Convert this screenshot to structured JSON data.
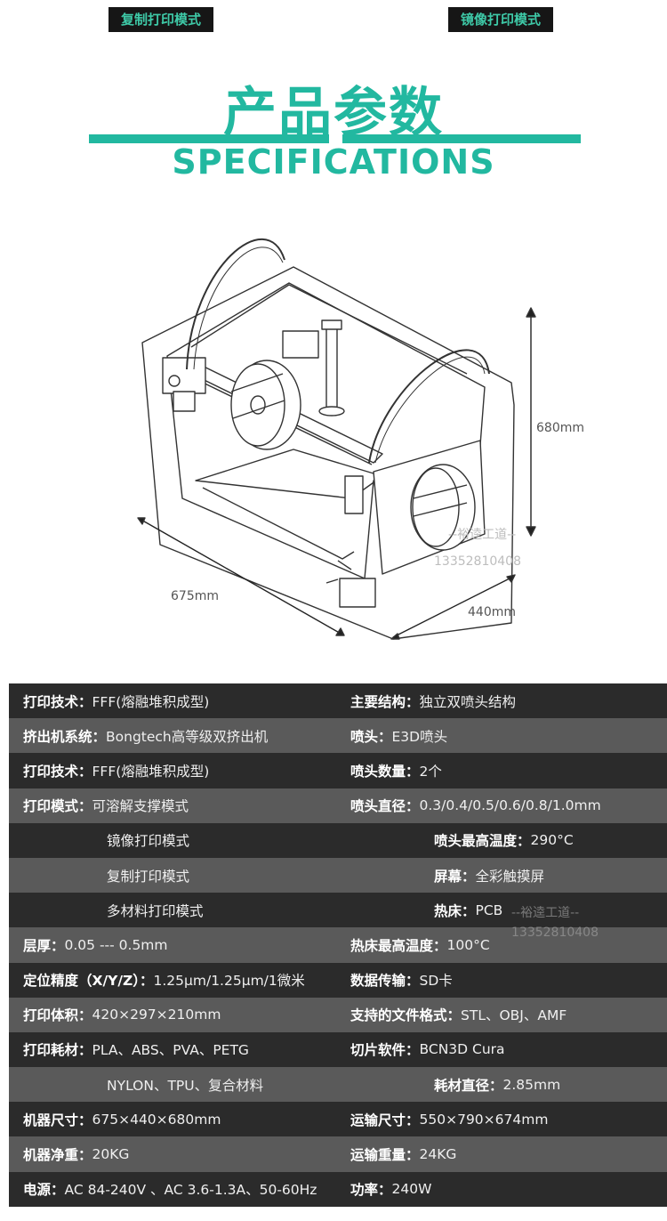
{
  "modes": {
    "left": "复制打印模式",
    "right": "镜像打印模式"
  },
  "title": {
    "cn": "产品参数",
    "en": "SPECIFICATIONS"
  },
  "dimensions": {
    "height": "680mm",
    "width": "675mm",
    "depth": "440mm"
  },
  "watermark": {
    "name": "--裕逵工道--",
    "phone": "13352810408"
  },
  "specs": [
    {
      "left_label": "打印技术：",
      "left_value": "FFF(熔融堆积成型)",
      "right_label": "主要结构：",
      "right_value": "独立双喷头结构",
      "shade": "dark"
    },
    {
      "left_label": "挤出机系统：",
      "left_value": "Bongtech高等级双挤出机",
      "right_label": "喷头：",
      "right_value": "E3D喷头",
      "shade": "light"
    },
    {
      "left_label": "打印技术：",
      "left_value": "FFF(熔融堆积成型)",
      "right_label": "喷头数量：",
      "right_value": "2个",
      "shade": "dark"
    },
    {
      "left_label": "打印模式：",
      "left_value": "可溶解支撑模式",
      "right_label": "喷头直径：",
      "right_value": "0.3/0.4/0.5/0.6/0.8/1.0mm",
      "shade": "light"
    },
    {
      "left_label": "",
      "left_value": "镜像打印模式",
      "right_label": "喷头最高温度：",
      "right_value": "290°C",
      "shade": "dark"
    },
    {
      "left_label": "",
      "left_value": "复制打印模式",
      "right_label": "屏幕：",
      "right_value": "全彩触摸屏",
      "shade": "light"
    },
    {
      "left_label": "",
      "left_value": "多材料打印模式",
      "right_label": "热床：",
      "right_value": "PCB",
      "shade": "dark"
    },
    {
      "left_label": "层厚：",
      "left_value": "0.05 --- 0.5mm",
      "right_label": "热床最高温度：",
      "right_value": "100°C",
      "shade": "light"
    },
    {
      "left_label": "定位精度（X/Y/Z）：",
      "left_value": "1.25μm/1.25μm/1微米",
      "right_label": "数据传输：",
      "right_value": "SD卡",
      "shade": "dark"
    },
    {
      "left_label": "打印体积：",
      "left_value": "420×297×210mm",
      "right_label": "支持的文件格式：",
      "right_value": "STL、OBJ、AMF",
      "shade": "light"
    },
    {
      "left_label": "打印耗材：",
      "left_value": "PLA、ABS、PVA、PETG",
      "right_label": "切片软件：",
      "right_value": "BCN3D Cura",
      "shade": "dark"
    },
    {
      "left_label": "",
      "left_value": "NYLON、TPU、复合材料",
      "right_label": "耗材直径：",
      "right_value": "2.85mm",
      "shade": "light"
    },
    {
      "left_label": "机器尺寸：",
      "left_value": "675×440×680mm",
      "right_label": "运输尺寸：",
      "right_value": "550×790×674mm",
      "shade": "dark"
    },
    {
      "left_label": "机器净重：",
      "left_value": "20KG",
      "right_label": "运输重量：",
      "right_value": "24KG",
      "shade": "light"
    },
    {
      "left_label": "电源：",
      "left_value": "AC 84-240V 、AC 3.6-1.3A、50-60Hz",
      "right_label": "功率：",
      "right_value": "240W",
      "shade": "dark"
    }
  ]
}
